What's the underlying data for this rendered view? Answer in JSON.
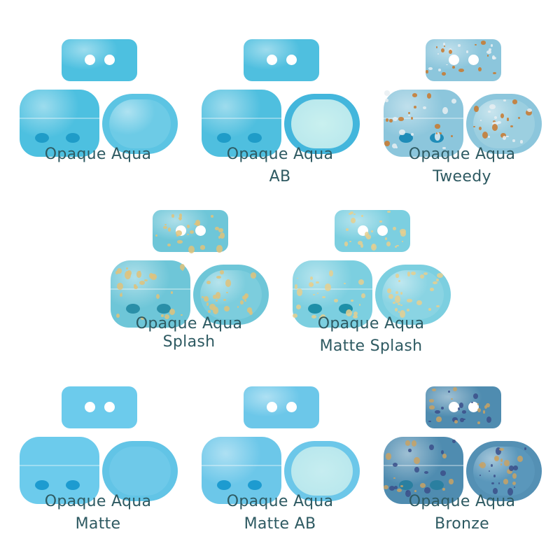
{
  "items": [
    {
      "line1": "Opaque Aqua",
      "line2": "",
      "base": "#4dc0e0",
      "hole": "#1f9cc8",
      "face": "#5cc4e3",
      "face_inner": "#6dcbe6",
      "style": "gloss"
    },
    {
      "line1": "Opaque Aqua",
      "line2": "AB",
      "base": "#4fbfdf",
      "hole": "#1f9cc8",
      "face": "#43b6dc",
      "face_inner": "#c9f0ef",
      "style": "ab"
    },
    {
      "line1": "Opaque Aqua",
      "line2": "Tweedy",
      "base": "#8cc6dc",
      "hole": "#1f8cb8",
      "face": "#8cc6dc",
      "face_inner": "#9ccfe0",
      "style": "tweedy",
      "speck_colors": [
        "#c9782b",
        "#e8eef2"
      ]
    },
    {
      "line1": "Opaque Aqua",
      "line2": "Splash",
      "base": "#6ec6d8",
      "hole": "#2a8fa8",
      "face": "#6ec6d8",
      "face_inner": "#7ccddd",
      "style": "splash",
      "speck_colors": [
        "#e0c27a"
      ]
    },
    {
      "line1": "Opaque Aqua",
      "line2": "Matte Splash",
      "base": "#7ccfe0",
      "hole": "#1e8fa8",
      "face": "#7ccfe0",
      "face_inner": "#8ad4e3",
      "style": "splash",
      "speck_colors": [
        "#e6cf8e"
      ]
    },
    {
      "line1": "Opaque Aqua",
      "line2": "Matte",
      "base": "#6ccbec",
      "hole": "#1d9bd0",
      "face": "#62c4e6",
      "face_inner": "#6ec9e9",
      "style": "matte"
    },
    {
      "line1": "Opaque Aqua",
      "line2": "Matte AB",
      "base": "#6cc7e9",
      "hole": "#1d9bd0",
      "face": "#6cc7e9",
      "face_inner": "#c6edf0",
      "style": "ab"
    },
    {
      "line1": "Opaque Aqua",
      "line2": "Bronze",
      "base": "#4f8cb0",
      "hole": "#2a7fa0",
      "face": "#5490b4",
      "face_inner": "#5a97bb",
      "style": "bronze",
      "speck_colors": [
        "#c8a264",
        "#3b4f8a"
      ]
    }
  ]
}
